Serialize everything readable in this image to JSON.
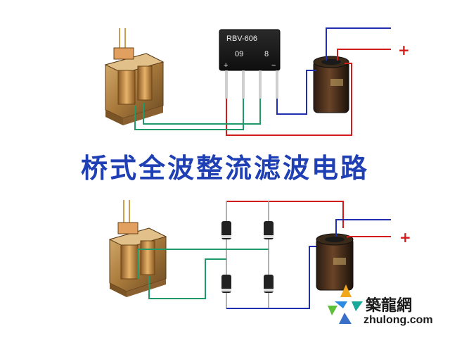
{
  "title": "桥式全波整流滤波电路",
  "bridge_chip": {
    "model": "RBV-606",
    "code_left": "09",
    "code_right": "8",
    "plus_mark": "+",
    "minus_mark": "−"
  },
  "output_plus_top": "+",
  "output_plus_bottom": "+",
  "watermark": {
    "name": "築龍網",
    "url": "zhulong.com"
  },
  "colors": {
    "blue_wire": "#1f2fb0",
    "red_wire": "#d21b1b",
    "green_wire": "#1f9a6a",
    "title": "#1f3fb4"
  },
  "icons": [
    "transformer-icon",
    "bridge-rectifier-icon",
    "electrolytic-capacitor-icon",
    "diode-icon",
    "zhulong-logo-icon"
  ]
}
